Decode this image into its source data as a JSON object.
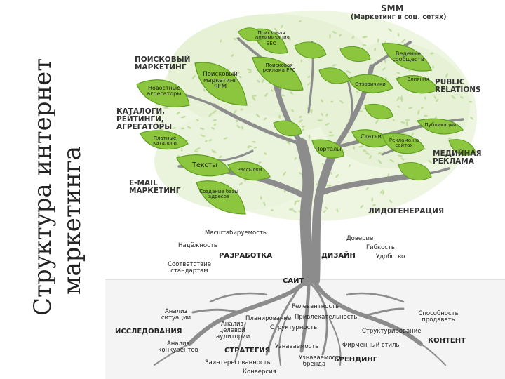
{
  "title": "Структура интернет маркетинга",
  "title_lines": [
    "Структура интернет",
    "маркетинга"
  ],
  "colors": {
    "leaf": "#8cc63f",
    "leaf_stroke": "#5e9e1f",
    "branch": "#8a8a8a",
    "bg_leaf": "#d3e7b9"
  },
  "branches": {
    "smm": "SMM",
    "smm_sub": "(Маркетинг в соц. сетях)",
    "search": "ПОИСКОВЫЙ МАРКЕТИНГ",
    "pr": "PUBLIC RELATIONS",
    "catalogs": "КАТАЛОГИ, РЕЙТИНГИ, АГРЕГАТОРЫ",
    "media": "МЕДИЙНАЯ РЕКЛАМА",
    "email": "E-MAIL МАРКЕТИНГ",
    "leads": "ЛИДОГЕНЕРАЦИЯ"
  },
  "leaves": {
    "seo": "Поисковая оптимизация SEO",
    "ppc": "Поисковая реклама PPC",
    "sem": "Поисковый маркетинг SEM",
    "news": "Новостные агрегаторы",
    "communities": "Ведение сообществ",
    "otzovik": "Отзовичики",
    "influence": "Влияния",
    "ugc": "Публикации",
    "catalogs": "Платные каталоги",
    "texts": "Тексты",
    "articles": "Статьи",
    "portals": "Порталы",
    "banners": "Реклама на сайтах",
    "mailing": "Рассылки",
    "database": "Создание базы адресов"
  },
  "trunk": {
    "scalability": "Масштабируемость",
    "reliability": "Надёжность",
    "standards": "Соответствие стандартам",
    "development": "РАЗРАБОТКА",
    "design": "ДИЗАЙН",
    "trust": "Доверие",
    "flexibility": "Гибкость",
    "convenience": "Удобство",
    "site": "САЙТ"
  },
  "roots": {
    "situation": "Анализ ситуации",
    "research": "ИССЛЕДОВАНИЯ",
    "competitors": "Анализ конкурентов",
    "audience": "Анализ целевой аудитории",
    "planning": "Планирование",
    "strategy": "СТРАТЕГИЯ",
    "interest": "Заинтересованность",
    "conversion": "Конверсия",
    "structure": "Структурность",
    "relevance": "Релевантность",
    "attractiveness": "Привлекательность",
    "recognition": "Узнаваемость",
    "brand_voice": "Узнаваемость бренда",
    "brand_identity": "Фирменный стиль",
    "branding": "БРЕНДИНГ",
    "structuring": "Структурирование",
    "selling": "Способность продавать",
    "content": "КОНТЕНТ"
  }
}
